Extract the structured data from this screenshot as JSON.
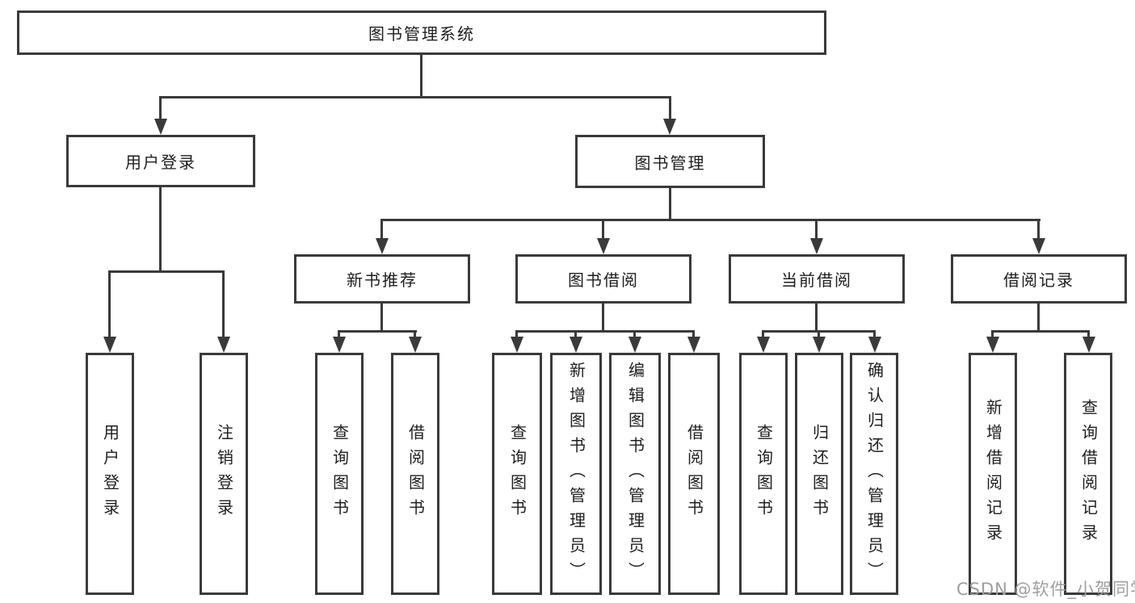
{
  "colors": {
    "line": "#3a3a3a",
    "box_fill": "#ffffff",
    "text": "#1e1e1e",
    "watermark": "#9e9e9e",
    "bg": "#ffffff"
  },
  "nodes": {
    "root": "图书管理系统",
    "user_login": "用户登录",
    "book_mgmt": "图书管理",
    "new_book_rec": "新书推荐",
    "book_borrow": "图书借阅",
    "current_borrow": "当前借阅",
    "borrow_records": "借阅记录",
    "leaf_user_login": "用户登录",
    "leaf_logout": "注销登录",
    "leaf_query_book_1": "查询图书",
    "leaf_borrow_book_1": "借阅图书",
    "leaf_query_book_2": "查询图书",
    "leaf_add_book": "新增图书（管理员）",
    "leaf_edit_book": "编辑图书（管理员）",
    "leaf_borrow_book_2": "借阅图书",
    "leaf_query_book_3": "查询图书",
    "leaf_return_book": "归还图书",
    "leaf_confirm_return": "确认归还（管理员）",
    "leaf_add_record": "新增借阅记录",
    "leaf_query_record": "查询借阅记录"
  },
  "watermark": {
    "text": "CSDN @软件_小贺同学"
  }
}
